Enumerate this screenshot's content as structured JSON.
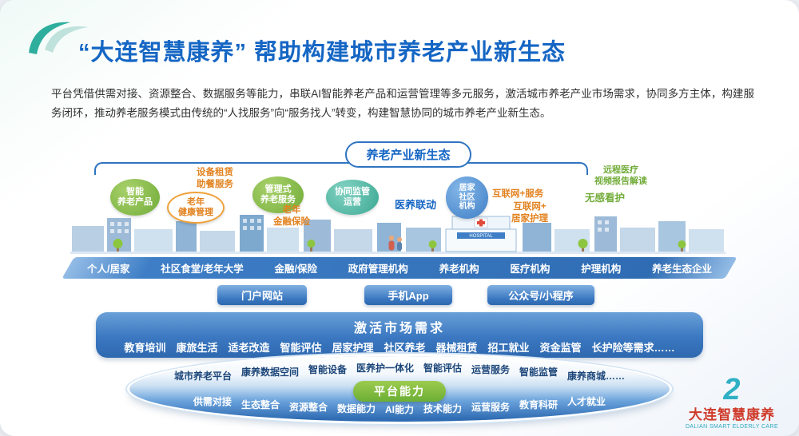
{
  "header": {
    "title": "“大连智慧康养” 帮助构建城市养老产业新生态",
    "intro": "平台凭借供需对接、资源整合、数据服务等能力，串联AI智能养老产品和运营管理等多元服务，激活城市养老产业市场需求，协同多方主体，构建服务闭环，推动养老服务模式由传统的“人找服务”向“服务找人”转变，构建智慧协同的城市养老产业新生态。"
  },
  "ecosystem": {
    "label": "养老产业新生态",
    "hospital_sign": "HOSPITAL",
    "bubbles": {
      "smart_products": {
        "l1": "智能",
        "l2": "养老产品"
      },
      "elder_health": {
        "l1": "老年",
        "l2": "健康管理"
      },
      "equipment_catering": {
        "l1": "设备租赁",
        "l2": "助餐服务"
      },
      "managed_care": {
        "l1": "管理式",
        "l2": "养老服务"
      },
      "elder_finance": {
        "l1": "老年",
        "l2": "金融保险"
      },
      "co_supervision": {
        "l1": "协同监管",
        "l2": "运营"
      },
      "medical_linkage": {
        "l1": "医养联动"
      },
      "home_community_org": {
        "l1": "居家",
        "l2": "社区",
        "l3": "机构"
      },
      "internet_service": {
        "l1": "互联网+服务"
      },
      "internet_home_care": {
        "l1": "互联网+",
        "l2": "居家护理"
      },
      "remote_medical": {
        "l1": "远程医疗",
        "l2": "视频报告解读"
      },
      "sensorless_care": {
        "l1": "无感看护"
      }
    },
    "categories": [
      "个人/居家",
      "社区食堂/老年大学",
      "金融/保险",
      "政府管理机构",
      "养老机构",
      "医疗机构",
      "护理机构",
      "养老生态企业"
    ]
  },
  "channels": [
    "门户网站",
    "手机App",
    "公众号/小程序"
  ],
  "market": {
    "title": "激活市场需求",
    "items": [
      "教育培训",
      "康旅生活",
      "适老改造",
      "智能评估",
      "居家护理",
      "社区养老",
      "器械租赁",
      "招工就业",
      "资金监管",
      "长护险等需求……"
    ]
  },
  "platform": {
    "label": "平台能力",
    "top_items": [
      "城市养老平台",
      "康养数据空间",
      "智能设备",
      "医养护一体化",
      "智能评估",
      "运营服务",
      "智能监管",
      "康养商城……"
    ],
    "bottom_items": [
      "供需对接",
      "生态整合",
      "资源整合",
      "数据能力",
      "AI能力",
      "技术能力",
      "运营服务",
      "教育科研",
      "人才就业"
    ]
  },
  "logo": {
    "mark": "2",
    "name": "大连智慧康养",
    "subtitle": "DALIAN SMART ELDERLY CARE"
  },
  "colors": {
    "title_blue": "#1566c4",
    "orange": "#e2821f",
    "green": "#72ac3a",
    "teal": "#3aa893",
    "bar_blue": "#2f6cb3",
    "logo_red": "#cf3a2a",
    "logo_teal": "#2fb0c4"
  }
}
